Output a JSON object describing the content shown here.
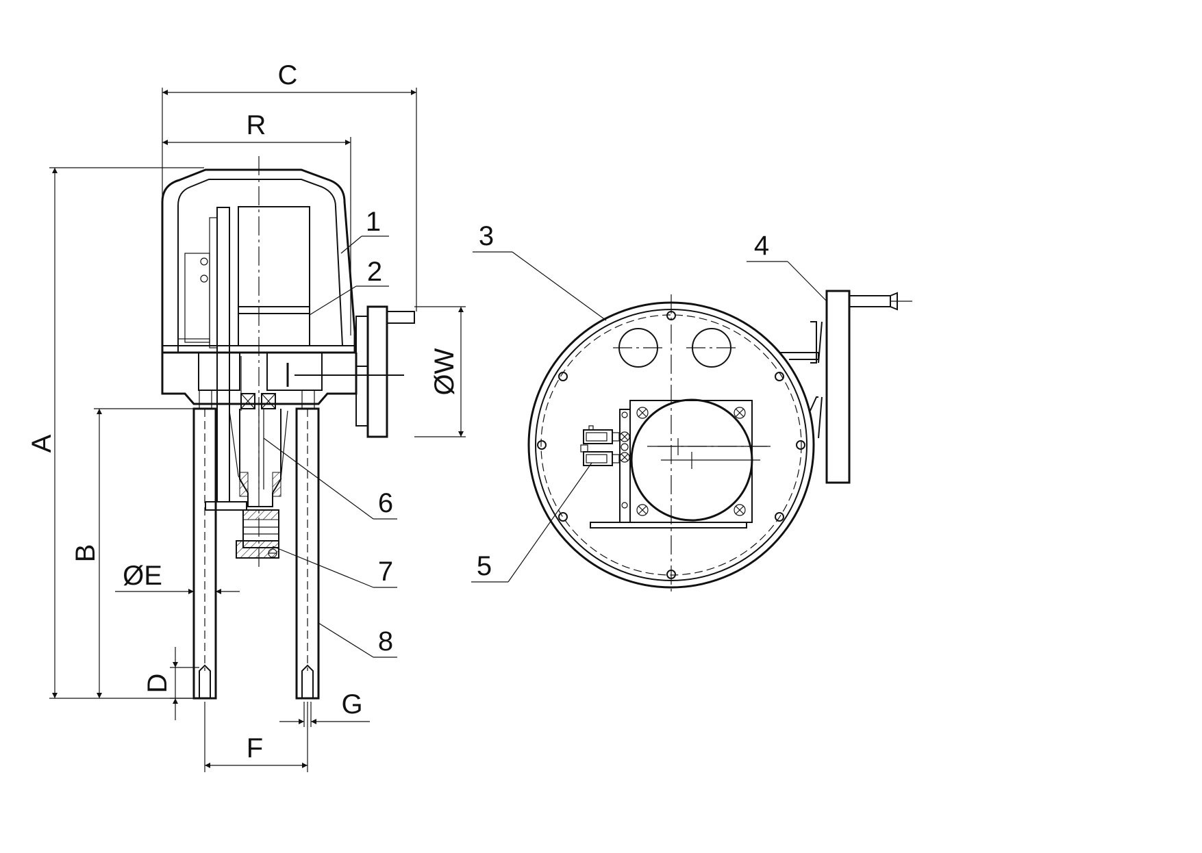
{
  "dimensions": {
    "A": "A",
    "B": "B",
    "C": "C",
    "R": "R",
    "D": "D",
    "E": "ØE",
    "F": "F",
    "G": "G",
    "W": "ØW"
  },
  "callouts": [
    "1",
    "2",
    "3",
    "4",
    "5",
    "6",
    "7",
    "8"
  ]
}
